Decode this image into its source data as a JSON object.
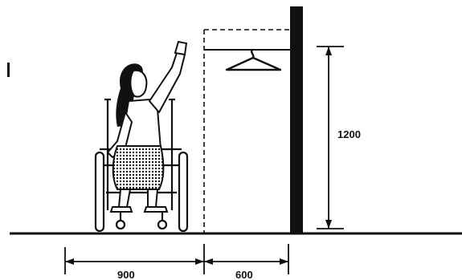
{
  "diagram": {
    "dimensions": {
      "height_label": "1200",
      "width_left_label": "900",
      "width_right_label": "600"
    },
    "colors": {
      "ink": "#111111",
      "background": "#ffffff"
    },
    "icons": [
      "wheelchair-user-figure",
      "clothes-hanger-icon",
      "wall-post"
    ]
  }
}
